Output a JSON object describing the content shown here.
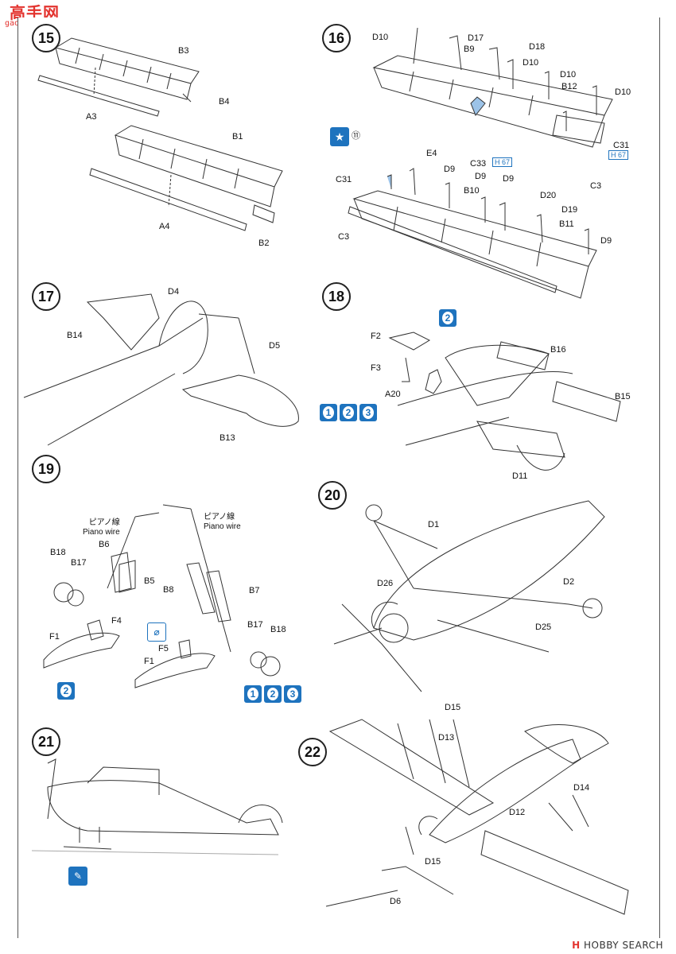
{
  "watermark": {
    "brand": "高手网",
    "url": "gao-shou.com"
  },
  "footer": {
    "site": "HOBBY SEARCH"
  },
  "steps": {
    "s15": {
      "number": "15",
      "labels": {
        "B3": "B3",
        "B4": "B4",
        "A3": "A3",
        "B1": "B1",
        "A4": "A4",
        "B2": "B2"
      }
    },
    "s16": {
      "number": "16",
      "labels": {
        "D10a": "D10",
        "D17": "D17",
        "D18": "D18",
        "B9": "B9",
        "D10b": "D10",
        "D10c": "D10",
        "B12": "B12",
        "D10d": "D10",
        "E4": "E4",
        "C33": "C33",
        "H67a": "H 67",
        "C31a": "C31",
        "H67b": "H 67",
        "decal": "⑪",
        "C31b": "C31",
        "D9a": "D9",
        "D9b": "D9",
        "B10": "B10",
        "D9c": "D9",
        "D20": "D20",
        "D19": "D19",
        "B11": "B11",
        "D9d": "D9",
        "C3a": "C3",
        "C3b": "C3"
      }
    },
    "s17": {
      "number": "17",
      "labels": {
        "D4": "D4",
        "B14": "B14",
        "D5": "D5",
        "B13": "B13"
      }
    },
    "s18": {
      "number": "18",
      "labels": {
        "F2": "F2",
        "F3": "F3",
        "A20": "A20",
        "B16": "B16",
        "B15": "B15",
        "D11": "D11",
        "c2": "2",
        "c1": "1",
        "c2b": "2",
        "c3": "3"
      }
    },
    "s19": {
      "number": "19",
      "labels": {
        "jp1": "ピアノ線",
        "en1": "Piano wire",
        "jp2": "ピアノ線",
        "en2": "Piano wire",
        "B18a": "B18",
        "B17a": "B17",
        "B6": "B6",
        "B5": "B5",
        "B8": "B8",
        "B7": "B7",
        "F4": "F4",
        "F1a": "F1",
        "F5": "F5",
        "F1b": "F1",
        "B17b": "B17",
        "B18b": "B18",
        "c2": "2",
        "c1": "1",
        "c2b": "2",
        "c3": "3"
      }
    },
    "s20": {
      "number": "20",
      "labels": {
        "D1": "D1",
        "D26": "D26",
        "D2": "D2",
        "D25": "D25"
      }
    },
    "s21": {
      "number": "21"
    },
    "s22": {
      "number": "22",
      "labels": {
        "D15a": "D15",
        "D13": "D13",
        "D14": "D14",
        "D12": "D12",
        "D15b": "D15",
        "D6": "D6"
      }
    }
  }
}
